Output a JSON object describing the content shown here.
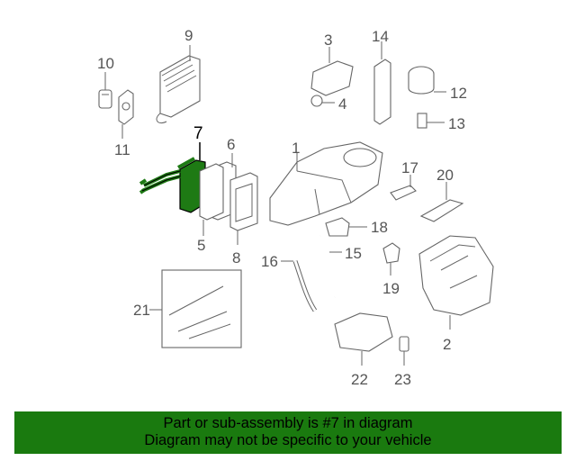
{
  "diagram": {
    "highlighted_part": "7",
    "callouts": [
      "1",
      "2",
      "3",
      "4",
      "5",
      "6",
      "7",
      "8",
      "9",
      "10",
      "11",
      "12",
      "13",
      "14",
      "15",
      "16",
      "17",
      "18",
      "19",
      "20",
      "21",
      "22",
      "23"
    ],
    "highlight_color": "#1e7a14"
  },
  "banner": {
    "line1": "Part or sub-assembly is #7 in diagram",
    "line2": "Diagram may not be specific to your vehicle",
    "background": "#1a7a0f"
  }
}
